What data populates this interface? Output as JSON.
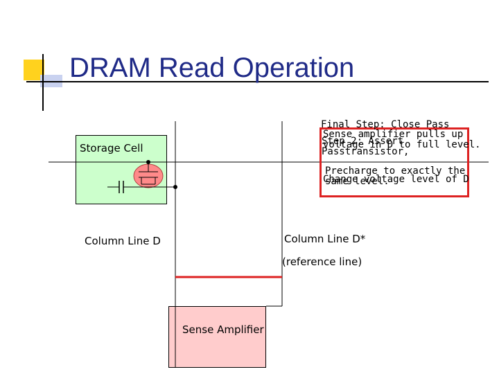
{
  "slide": {
    "title": "DRAM Read Operation"
  },
  "labels": {
    "storage_cell": "Storage Cell",
    "column_d": "Column Line D",
    "column_d_star": "Column Line D*",
    "reference_line": "(reference line)",
    "sense_amplifier": "Sense Amplifier"
  },
  "steps": {
    "final": "Final Step: Close Pass",
    "sense": "Sense amplifier pulls up\nvoltage in D to full level.",
    "raise": "Step 2: Assert\nPasstransistor,",
    "precharge": "Precharge to exactly the\nsame level.",
    "change": "Change voltage level of D"
  },
  "colors": {
    "title": "#1f2a87",
    "storage_cell_fill": "#ccffcc",
    "sense_amp_fill": "#ffcccc",
    "callout_border": "#dd2222",
    "transistor_fill": "#ff8a8a",
    "deco_yellow": "#ffd21e",
    "deco_blue": "#c9d2f0"
  }
}
